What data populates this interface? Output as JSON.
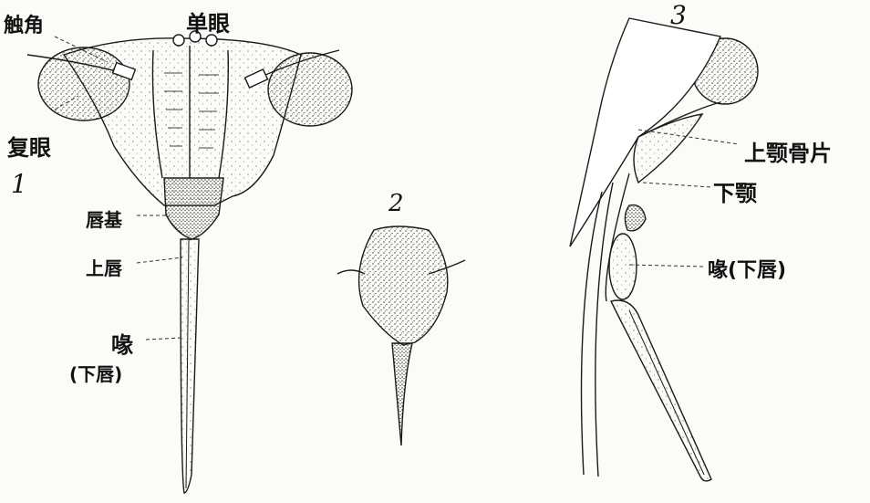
{
  "figure": {
    "panel_numbers": [
      "1",
      "2",
      "3"
    ],
    "ink_color": "#1a1a1a",
    "stipple_color": "#2b2b2b",
    "paper_color": "#fbfbf8",
    "labels": {
      "antenna": "触角",
      "ocelli": "单眼",
      "compound_eye": "复眼",
      "clypeus": "唇基",
      "labrum": "上唇",
      "rostrum_1": "喙",
      "rostrum_1_sub": "(下唇)",
      "mandibular_plate": "上颚骨片",
      "maxilla": "下颚",
      "rostrum_3": "喙(下唇)"
    }
  }
}
